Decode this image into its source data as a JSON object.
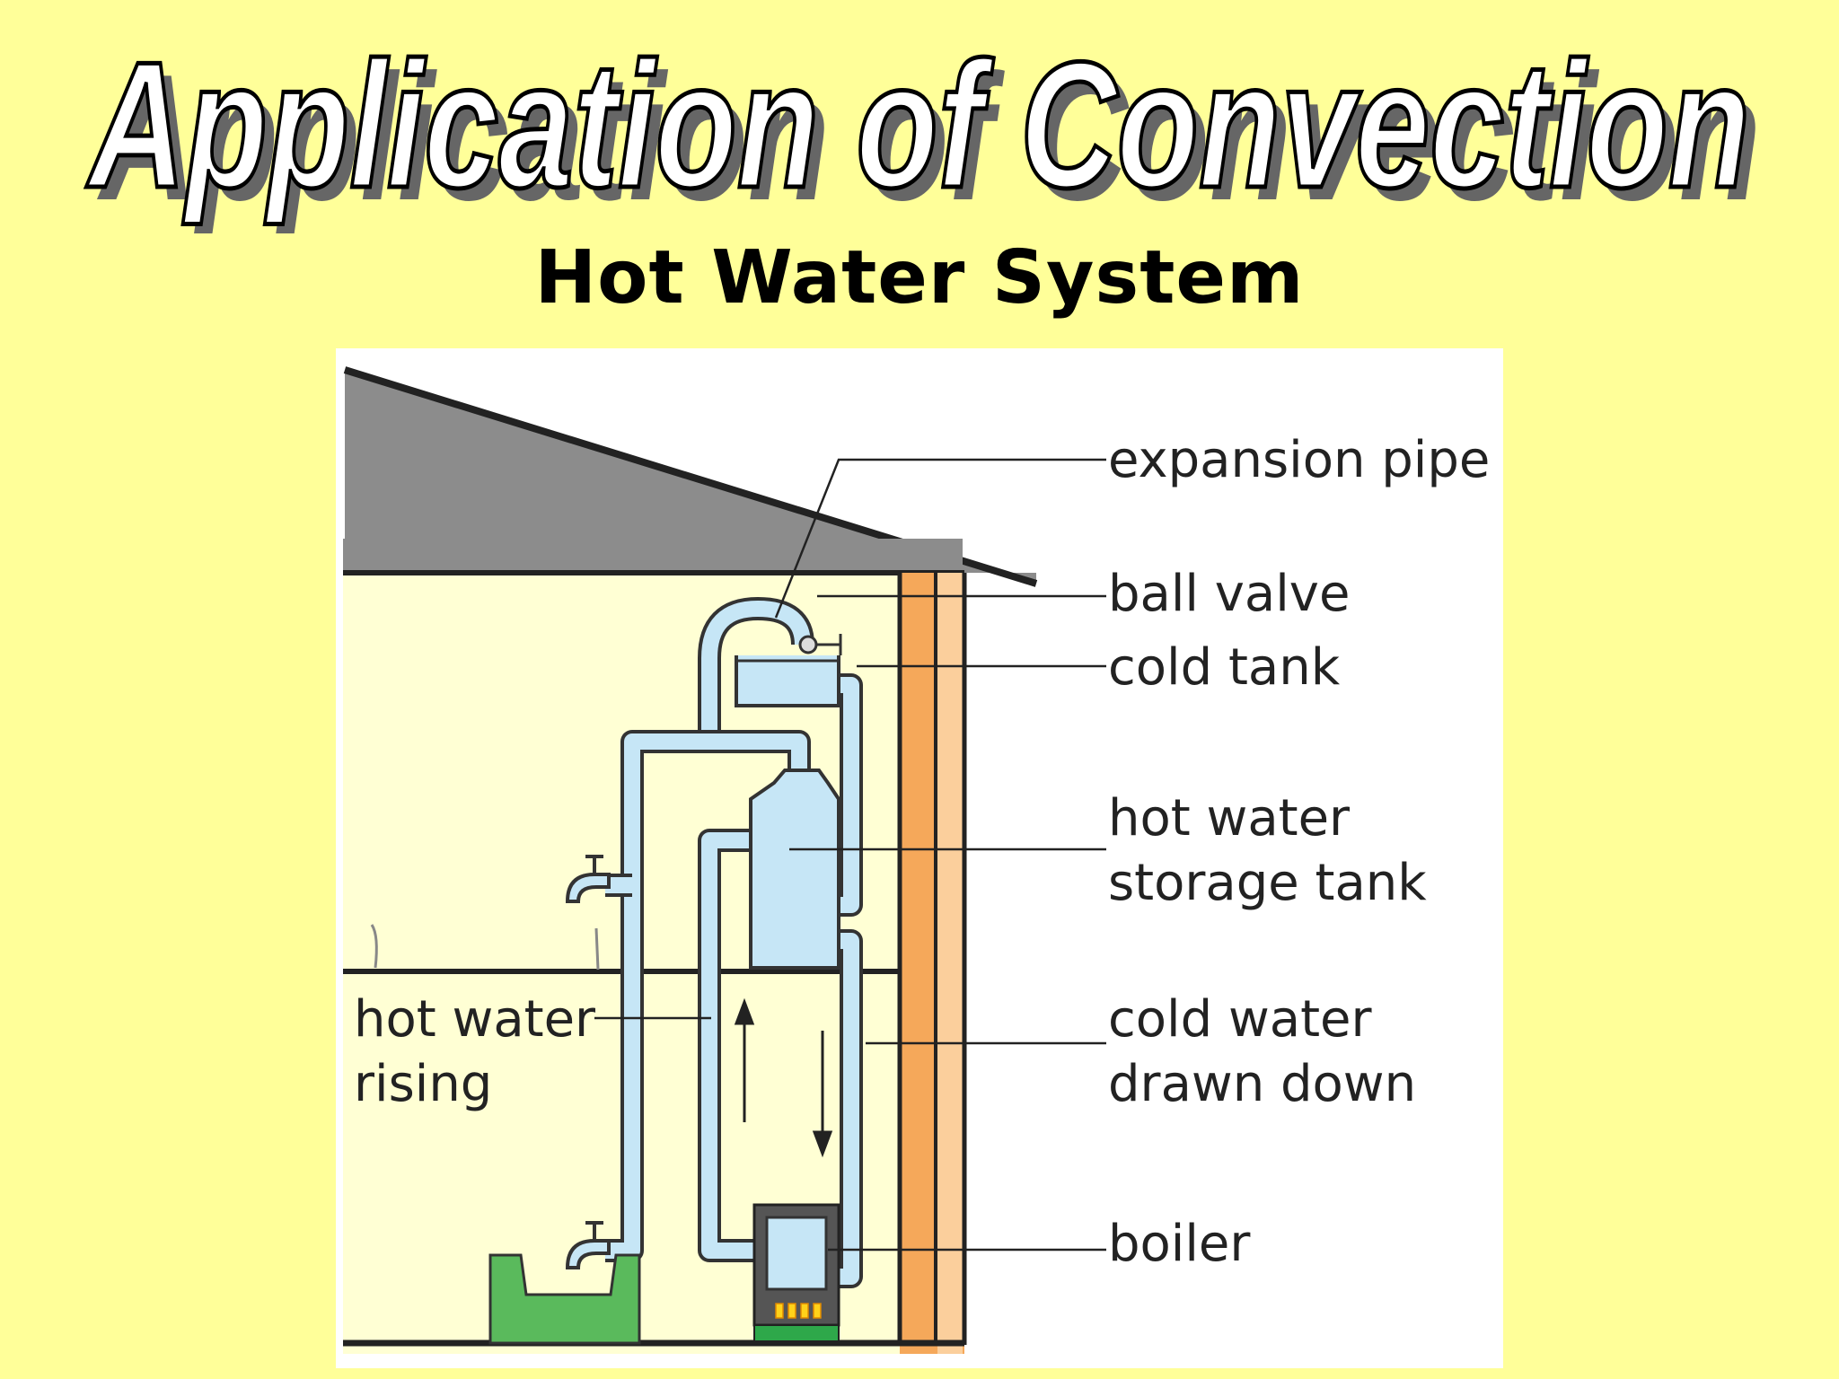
{
  "slide": {
    "title": "Application of Convection",
    "subtitle": "Hot Water System"
  },
  "diagram": {
    "labels": {
      "expansion_pipe": "expansion pipe",
      "ball_valve": "ball valve",
      "cold_tank": "cold tank",
      "hot_water_storage_tank_line1": "hot water",
      "hot_water_storage_tank_line2": "storage tank",
      "cold_water_drawn_down_line1": "cold water",
      "cold_water_drawn_down_line2": "drawn down",
      "boiler": "boiler",
      "hot_water_rising_line1": "hot water",
      "hot_water_rising_line2": "rising"
    }
  }
}
